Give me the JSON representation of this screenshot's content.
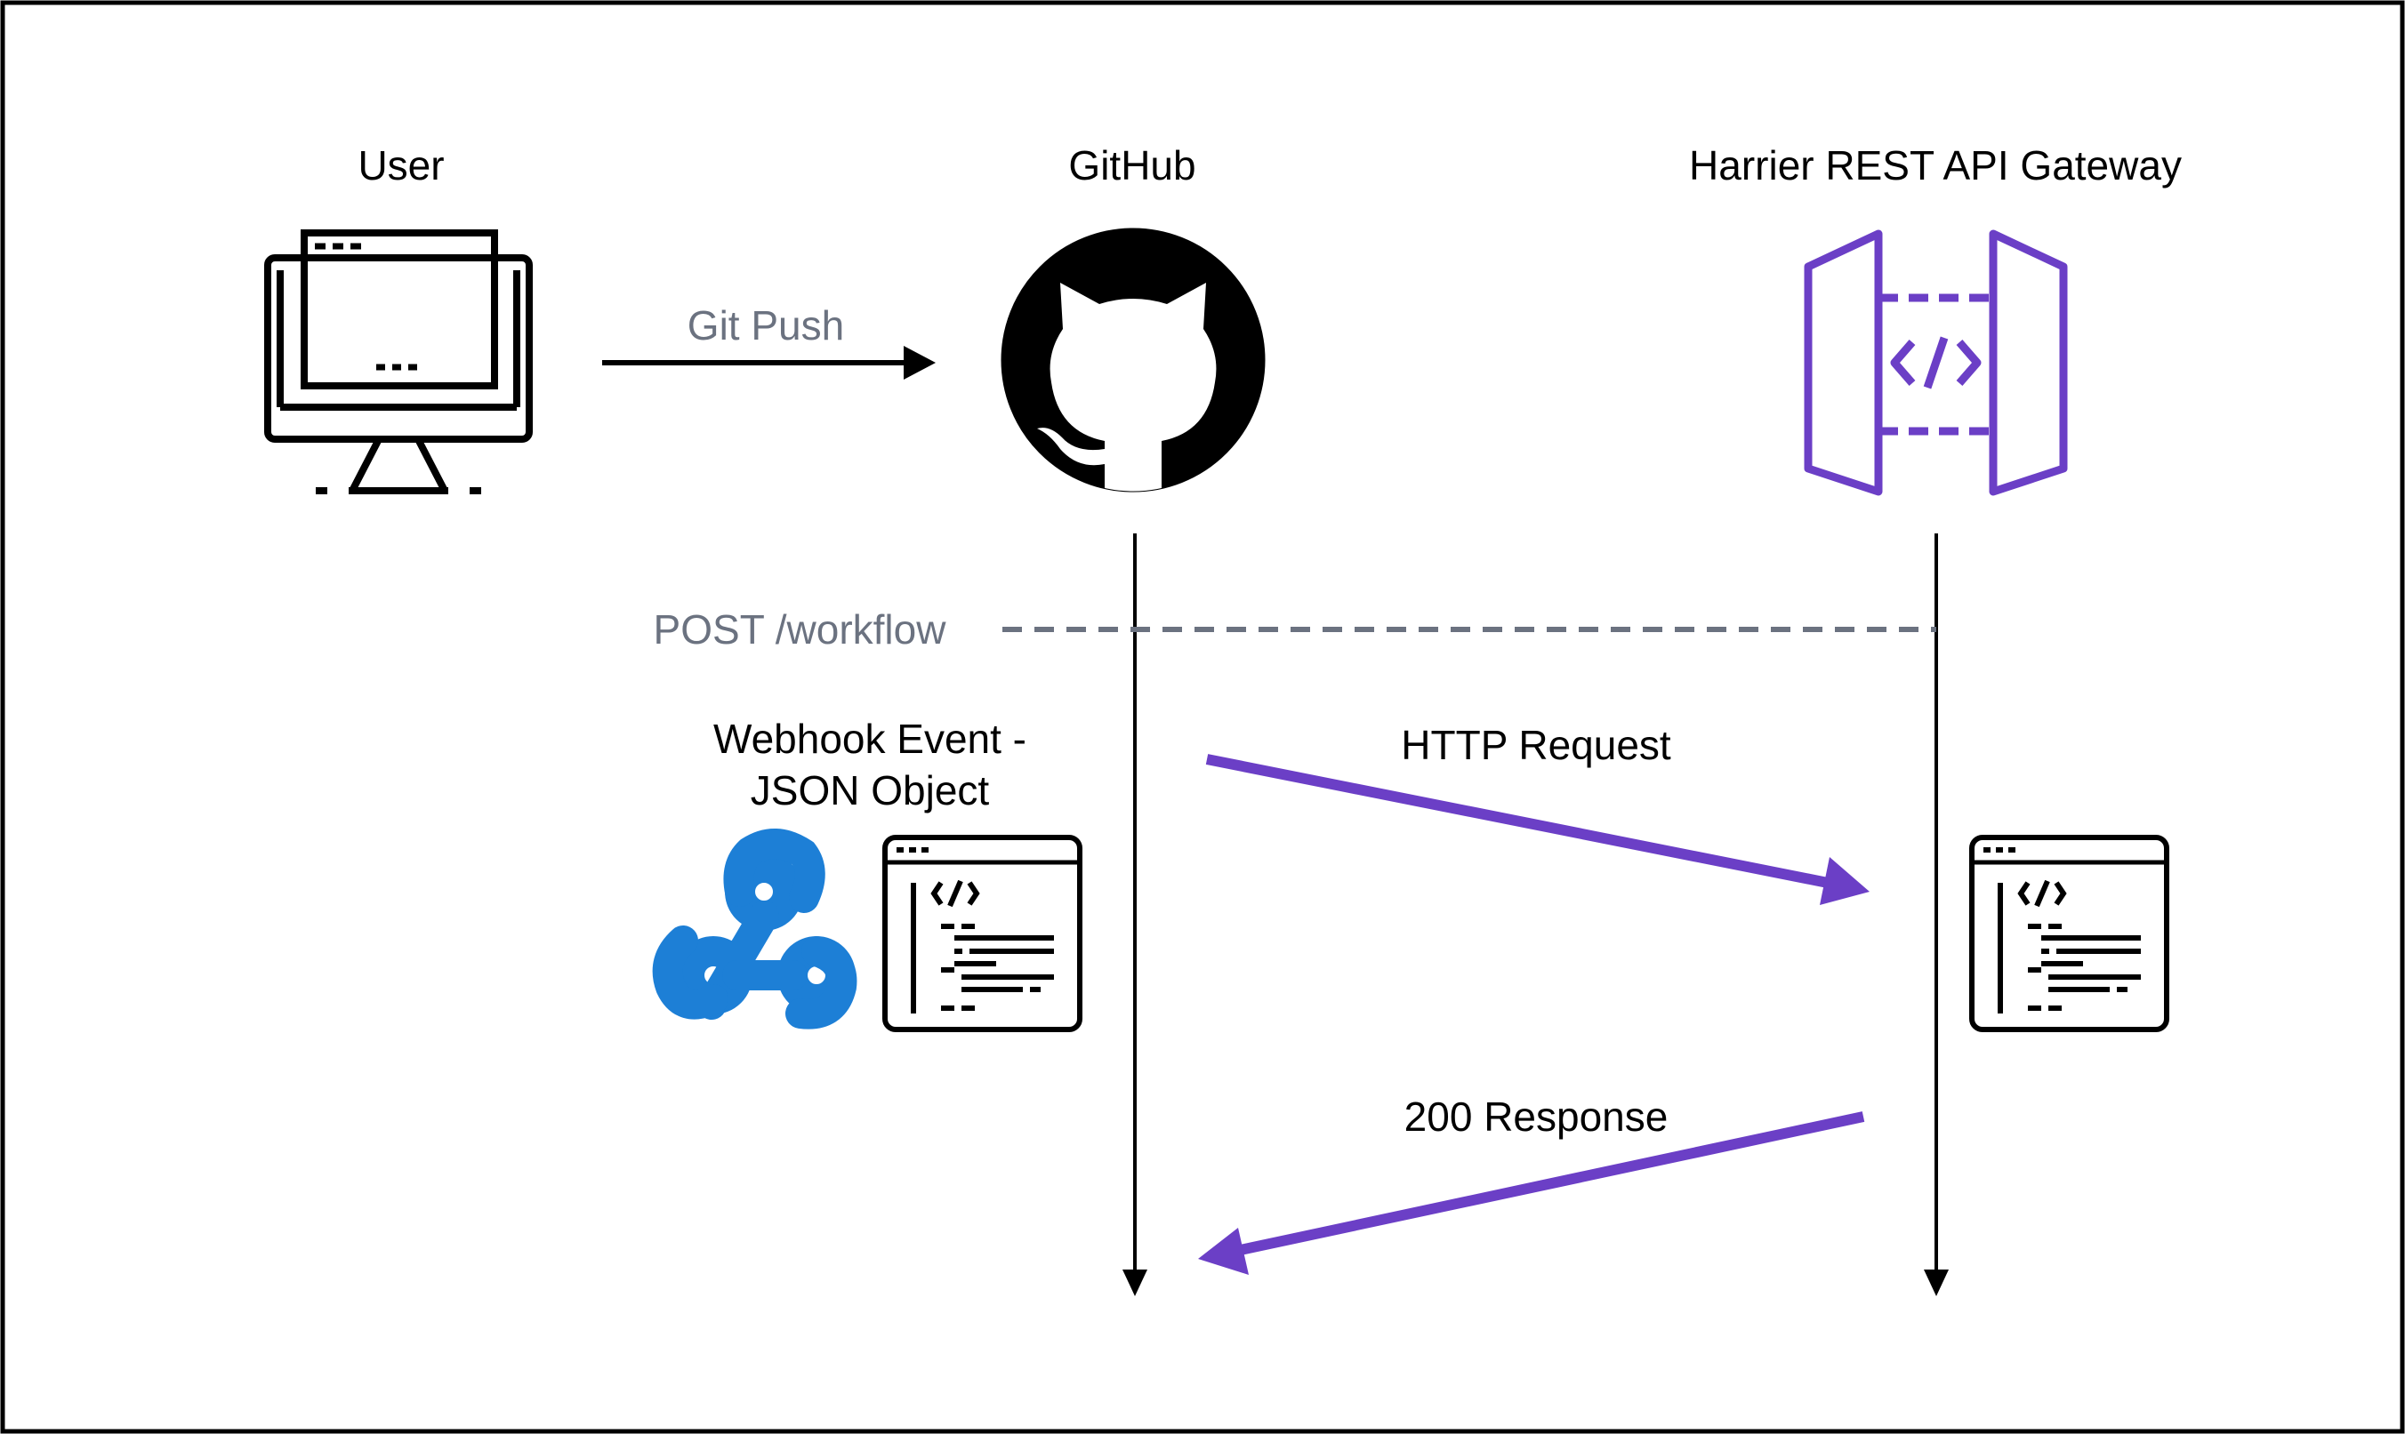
{
  "labels": {
    "user": "User",
    "github": "GitHub",
    "gateway": "Harrier REST API Gateway",
    "git_push": "Git Push",
    "post_workflow": "POST /workflow",
    "webhook_line1": "Webhook Event -",
    "webhook_line2": "JSON Object",
    "http_request": "HTTP Request",
    "response_200": "200 Response"
  },
  "icons": {
    "user": "desktop-monitor-icon",
    "github": "github-octocat-icon",
    "gateway": "api-gateway-icon",
    "webhook": "webhook-icon",
    "payload": "code-window-icon",
    "request_payload": "code-window-icon"
  },
  "colors": {
    "ink": "#000000",
    "muted": "#6b7280",
    "purple": "#6b3fc6",
    "webhook_blue": "#1d7fd6"
  }
}
